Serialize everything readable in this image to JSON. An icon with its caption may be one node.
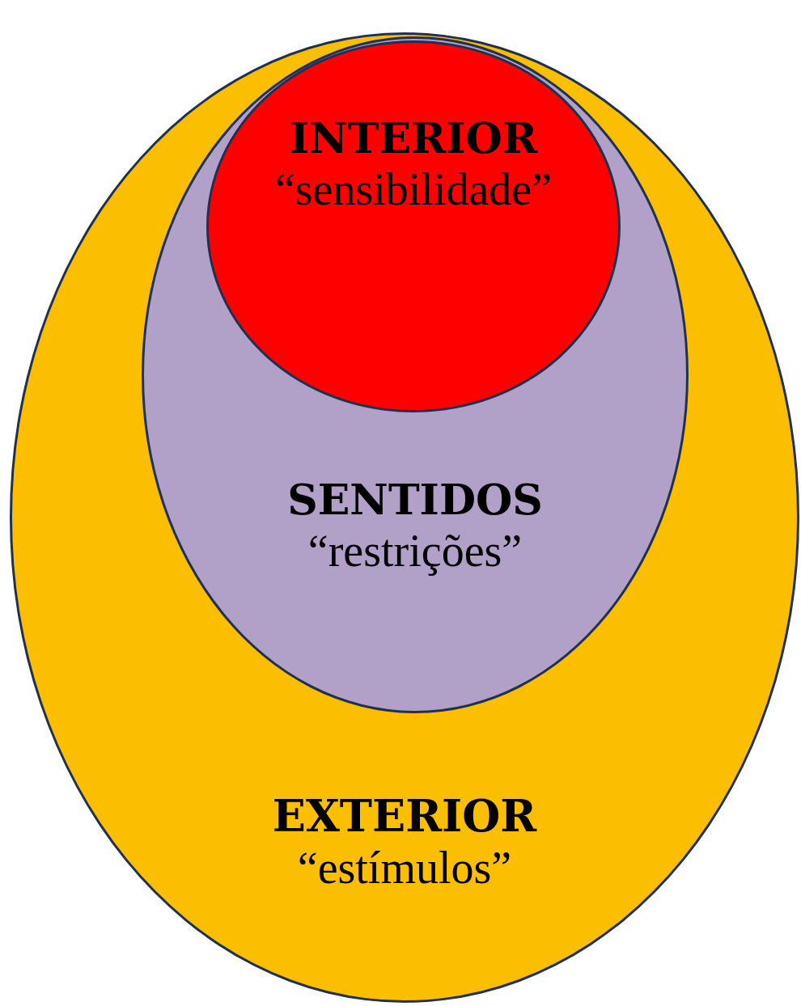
{
  "diagram": {
    "nodes": [
      {
        "text": [
          "EXTERIOR",
          "“estímulos”"
        ]
      },
      {
        "text": [
          "SENTIDOS",
          "“restrições”"
        ],
        "in": 0
      },
      {
        "text": [
          "INTERIOR",
          "“sensibilidade”"
        ],
        "in": 1
      }
    ]
  }
}
